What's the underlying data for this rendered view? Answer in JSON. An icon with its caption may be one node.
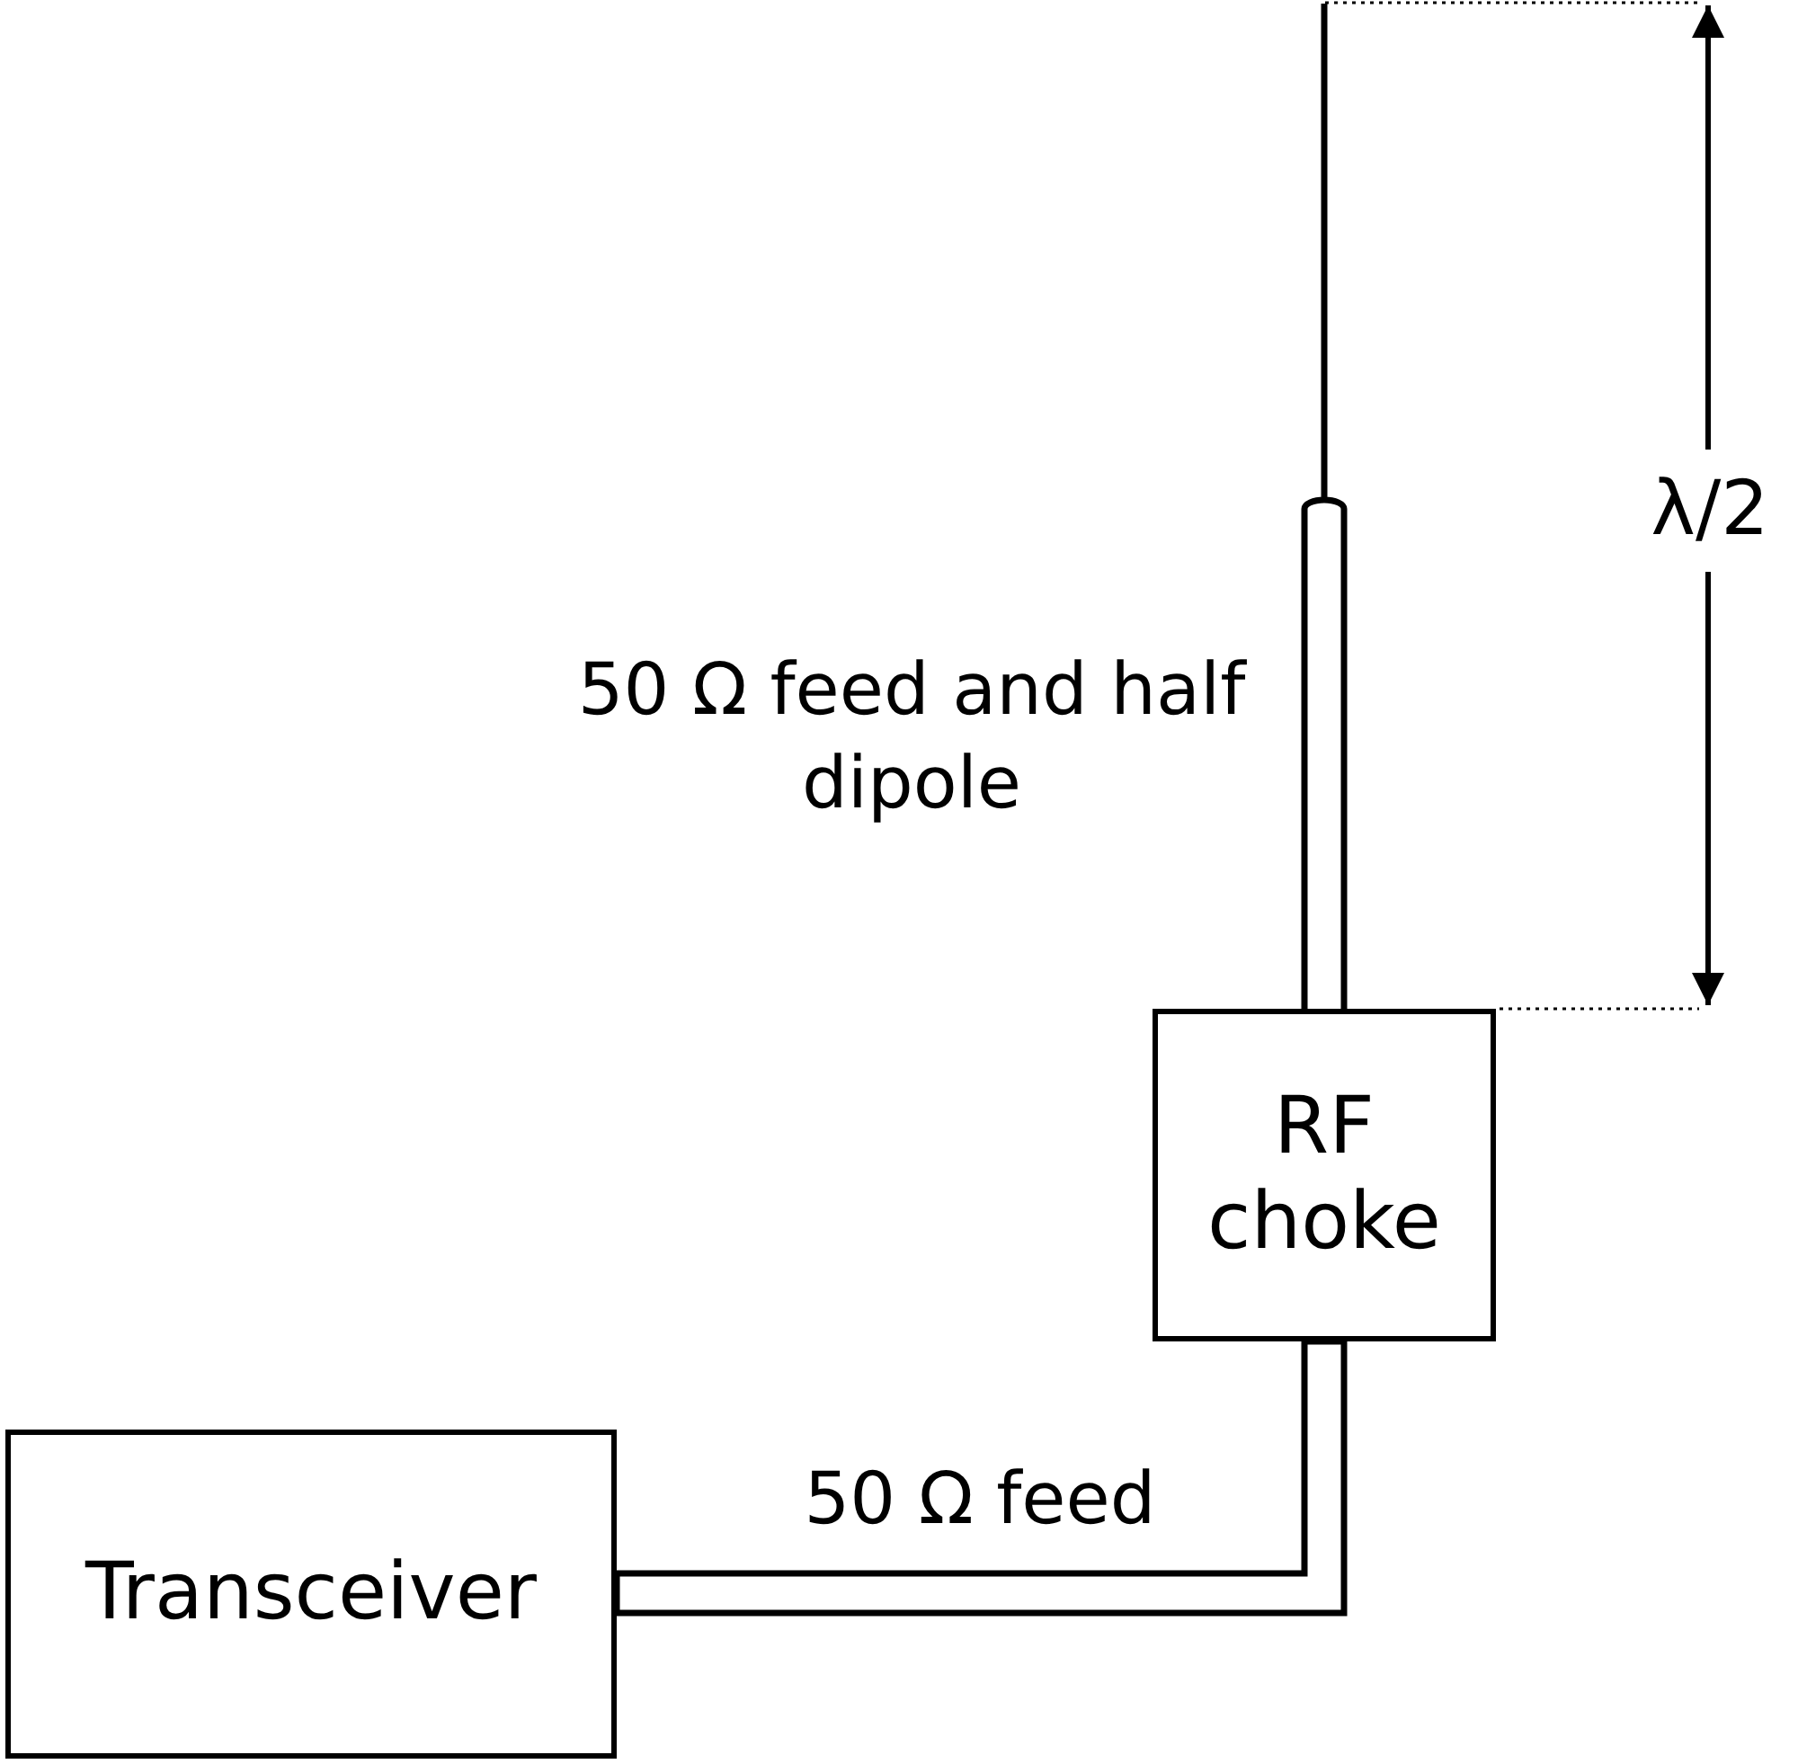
{
  "diagram": {
    "nodes": [
      {
        "text": [
          "Transceiver"
        ]
      },
      {
        "text": [
          "RF choke"
        ]
      }
    ],
    "edges": [
      {
        "from": 0,
        "to": 1,
        "arrow": "none",
        "label": "50 Ω feed"
      },
      {
        "from": 1,
        "to": null,
        "arrow": "none",
        "label": "50 Ω feed and half dipole"
      }
    ],
    "labels": [
      "λ/2"
    ]
  }
}
